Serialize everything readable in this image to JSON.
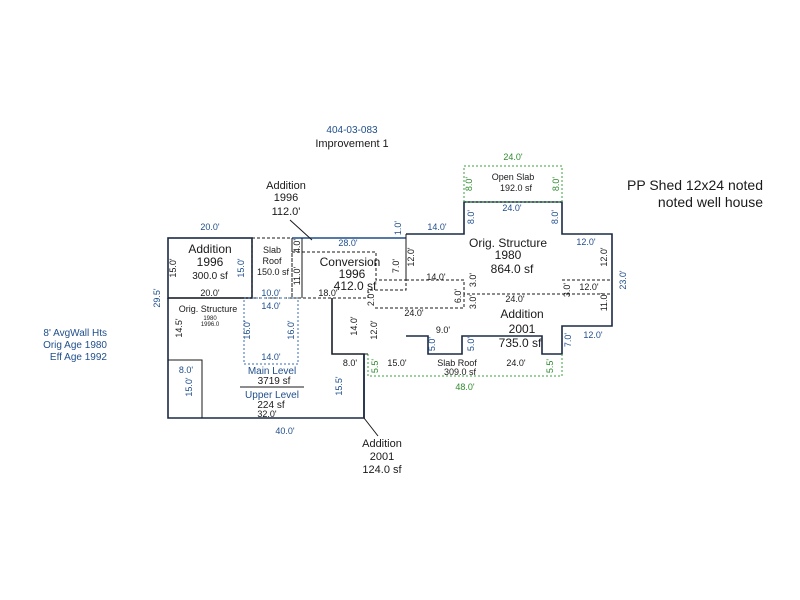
{
  "header": {
    "parcel_id": "404-03-083",
    "improvement": "Improvement 1"
  },
  "notes": {
    "shed_line1": "PP Shed 12x24 noted",
    "shed_line2": "noted well house",
    "wall_hts": "8' AvgWall Hts",
    "orig_age": "Orig Age 1980",
    "eff_age": "Eff Age 1992"
  },
  "callouts": {
    "add1996_title": "Addition",
    "add1996_year": "1996",
    "add1996_dim": "112.0'",
    "add2001_title": "Addition",
    "add2001_year": "2001",
    "add2001_area": "124.0 sf"
  },
  "areas": {
    "add_left_title": "Addition",
    "add_left_year": "1996",
    "add_left_area": "300.0 sf",
    "slab_l1": "Slab",
    "slab_l2": "Roof",
    "slab_area": "150.0 sf",
    "conv_title": "Conversion",
    "conv_year": "1996",
    "conv_area": "412.0 sf",
    "orig_title": "Orig. Structure",
    "orig_year": "1980",
    "orig_area": "864.0 sf",
    "orig_small_title": "Orig. Structure",
    "orig_small_y1": "1980",
    "orig_small_y2": "1996.0",
    "open_slab": "Open Slab",
    "open_slab_area": "192.0 sf",
    "add_right_title": "Addition",
    "add_right_year": "2001",
    "add_right_area": "735.0 sf",
    "slab_roof_bottom": "Slab Roof",
    "slab_roof_bottom_area": "309.0 sf",
    "main_level": "Main Level",
    "main_area": "3719 sf",
    "upper_level": "Upper Level",
    "upper_area": "224 sf"
  },
  "dims": {
    "d20a": "20.0'",
    "d15a": "15.0'",
    "d15b": "15.0'",
    "d20b": "20.0'",
    "d29_5": "29.5'",
    "d10": "10.0'",
    "d4": "4.0'",
    "d11a": "11.0'",
    "d28": "28.0'",
    "d18": "18.0'",
    "d1": "1.0'",
    "d14a": "14.0'",
    "d12a": "12.0'",
    "d7a": "7.0'",
    "d14b": "14.0'",
    "d24top": "24.0'",
    "d8a": "8.0'",
    "d8b": "8.0'",
    "d8c": "8.0'",
    "d8d": "8.0'",
    "d24green": "24.0'",
    "d12b": "12.0'",
    "d12c": "12.0'",
    "d23": "23.0'",
    "d3a": "3.0'",
    "d6": "6.0'",
    "d3b": "3.0'",
    "d3c": "3.0'",
    "d12d": "12.0'",
    "d24a": "24.0'",
    "d24b": "24.0'",
    "d2": "2.0'",
    "d11b": "11.0'",
    "d14c": "14.0'",
    "d16a": "16.0'",
    "d16b": "16.0'",
    "d14d": "14.0'",
    "d14e": "14.0'",
    "d14_5": "14.5'",
    "d12e": "12.0'",
    "d9": "9.0'",
    "d5a": "5.0'",
    "d5b": "5.0'",
    "d7b": "7.0'",
    "d12f": "12.0'",
    "d8e": "8.0'",
    "d15c": "15.0'",
    "d8f": "8.0'",
    "d15_5": "15.5'",
    "d32": "32.0'",
    "d40": "40.0'",
    "d15d": "15.0'",
    "d24c": "24.0'",
    "d5_5a": "5.5'",
    "d5_5b": "5.5'",
    "d48": "48.0'"
  }
}
